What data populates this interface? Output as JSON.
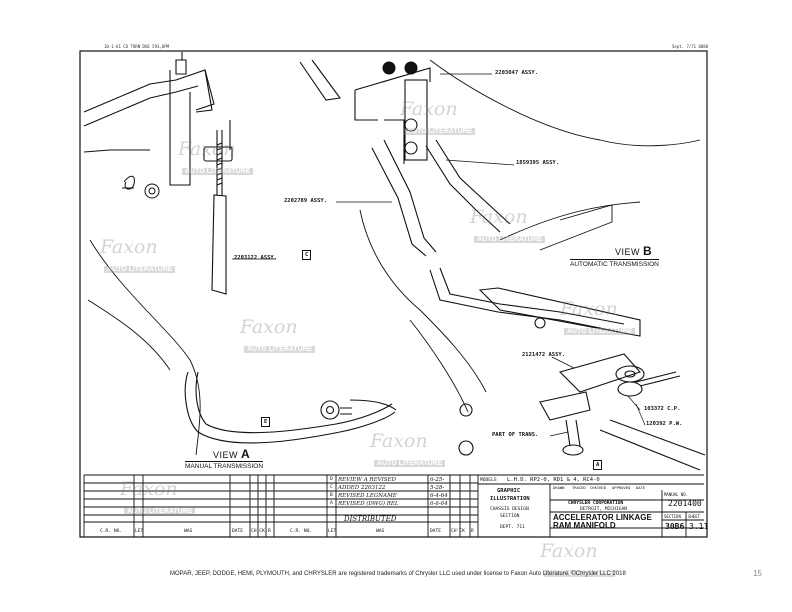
{
  "header": {
    "left": "10-1-61 CO TORN DUE 593,6PM",
    "right": "Sept. 7/71 6888"
  },
  "views": {
    "a": {
      "prefix": "VIEW",
      "letter": "A",
      "subtitle": "MANUAL TRANSMISSION"
    },
    "b": {
      "prefix": "VIEW",
      "letter": "B",
      "subtitle": "AUTOMATIC TRANSMISSION"
    }
  },
  "callouts": {
    "p2203047": "2203047 ASSY.",
    "p1859395": "1859395 ASSY.",
    "p2202789": "2202789 ASSY.",
    "p2203122": "2203122 ASSY.",
    "p2203122_box": "C",
    "p2121472": "2121472 ASSY.",
    "p103372": "103372 C.P.",
    "p120392": "120392 P.W.",
    "part_of_trans": "PART OF TRANS.",
    "box_a": "A",
    "box_e": "E"
  },
  "revisions": [
    {
      "letter": "D",
      "text": "REVIEW A REVISED",
      "date": "6-25-"
    },
    {
      "letter": "C",
      "text": "ADDED 2203122",
      "date": "5-28-"
    },
    {
      "letter": "B",
      "text": "REVISED LEGNAME",
      "date": "6-4-64"
    },
    {
      "letter": "A",
      "text": "REVISED (DWG) REL",
      "date": "6-6-64"
    }
  ],
  "distributed": "DISTRIBUTED",
  "left_block": {
    "c_r_no": "C.R. NO.",
    "let": "LET",
    "was": "WAS",
    "date": "DATE",
    "chk": "CH'CK",
    "r": "R"
  },
  "mid_block": {
    "c_r_no": "C.R. NO.",
    "let": "LET",
    "was": "WAS",
    "date": "DATE",
    "chk": "CH'CK",
    "r": "R"
  },
  "title_block": {
    "models_label": "MODELS",
    "models_value": "L.H.D.  RP2-0, RD1 & 4, RC4-0",
    "graphic": "GRAPHIC",
    "illustration": "ILLUSTRATION",
    "chassis": "CHASSIS DESIGN",
    "section": "SECTION",
    "dept": "DEPT. 711",
    "drawn_label": "DRAWN",
    "traced_label": "TRACED",
    "checked_label": "CHECKED",
    "approved_label": "APPROVED",
    "date_label": "DATE",
    "corp": "CHRYSLER CORPORATION",
    "city": "DETROIT, MICHIGAN",
    "title_line1": "ACCELERATOR LINKAGE",
    "title_line2": "RAM MANIFOLD",
    "manual_no_label": "MANUAL NO.",
    "manual_no": "2201400",
    "section_label": "SECTION",
    "section_value": "30B6",
    "sheet_label": "SHEET",
    "sheet_value": "3.11"
  },
  "watermark": {
    "line1": "Faxon",
    "line2": "AUTO LITERATURE"
  },
  "footer": "MOPAR, JEEP, DODGE, HEMI, PLYMOUTH, and CHRYSLER are registered trademarks of Chrysler LLC used under license to Faxon Auto Literature. ©Chrysler LLC 2018",
  "page_number": "15"
}
